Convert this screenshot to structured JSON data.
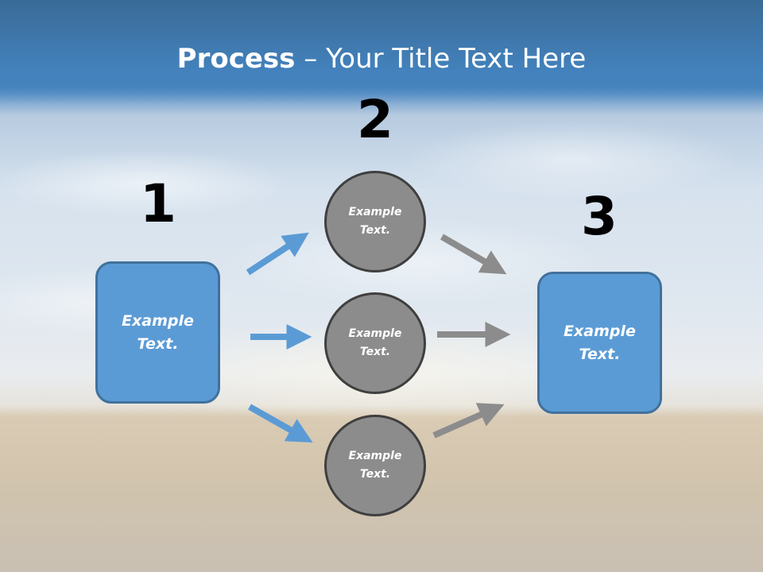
{
  "slide": {
    "title_strong": "Process",
    "title_separator": " – ",
    "title_rest": "Your Title Text Here"
  },
  "steps": [
    {
      "number": "1",
      "label": "Example\nText."
    },
    {
      "number": "2",
      "labels": [
        "Example\nText.",
        "Example\nText.",
        "Example\nText."
      ]
    },
    {
      "number": "3",
      "label": "Example\nText."
    }
  ],
  "colors": {
    "box_fill": "#5b9bd5",
    "box_border": "#41719c",
    "circle_fill": "#8c8c8c",
    "circle_border": "#3f3f3f",
    "arrow_blue": "#5b9bd5",
    "arrow_gray": "#8c8c8c"
  }
}
